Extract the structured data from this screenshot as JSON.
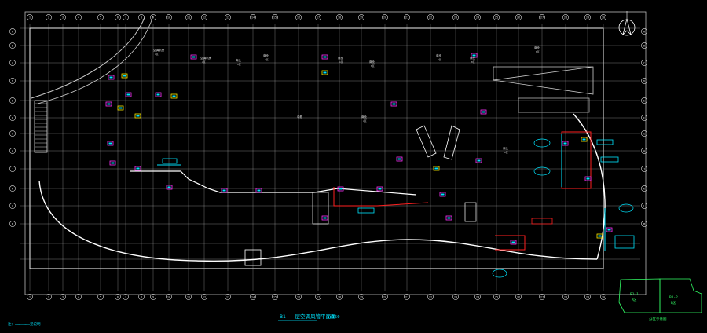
{
  "drawing": {
    "title": "B1 - 层空调风管平面图",
    "scale": "1:150",
    "bottom_note": "注：…………………见说明"
  },
  "key_plan": {
    "zone_left": "B1-1",
    "zone_left_sub": "A区",
    "zone_right": "B1-2",
    "zone_right_sub": "B区",
    "caption": "分区示意图"
  },
  "grid": {
    "axis_cols": [
      "1",
      "2",
      "3",
      "4",
      "5",
      "6",
      "7",
      "8",
      "9",
      "10",
      "11",
      "12",
      "13",
      "14",
      "15",
      "16",
      "17",
      "18",
      "19",
      "20",
      "21",
      "22",
      "23",
      "24",
      "25",
      "26",
      "27",
      "28",
      "29",
      "30"
    ],
    "axis_rows": [
      "A",
      "B",
      "C",
      "D",
      "E",
      "F",
      "G",
      "H",
      "J",
      "K",
      "L",
      "M"
    ]
  },
  "rooms": [
    {
      "label": "空调机房",
      "sub": "A区"
    },
    {
      "label": "空调机房",
      "sub": "A区"
    },
    {
      "label": "商业",
      "sub": "A区"
    },
    {
      "label": "商业",
      "sub": "A区"
    },
    {
      "label": "商业",
      "sub": "A区"
    },
    {
      "label": "商业",
      "sub": "B区"
    },
    {
      "label": "商业",
      "sub": "B区"
    },
    {
      "label": "商业",
      "sub": "B区"
    },
    {
      "label": "商业",
      "sub": "B区"
    },
    {
      "label": "中庭",
      "sub": ""
    },
    {
      "label": "商业",
      "sub": "A区"
    },
    {
      "label": "商业",
      "sub": "B区"
    }
  ],
  "colors": {
    "background": "#000000",
    "grid": "#d0d0d0",
    "wall": "#ffffff",
    "duct_red": "#ff2020",
    "duct_cyan": "#00e5ff",
    "equipment_magenta": "#ff33ff",
    "equipment_yellow": "#ffee00",
    "key_plan_green": "#33ff66"
  },
  "icons": [
    "north-arrow-icon",
    "equipment-block-icon",
    "axis-bubble-icon"
  ]
}
